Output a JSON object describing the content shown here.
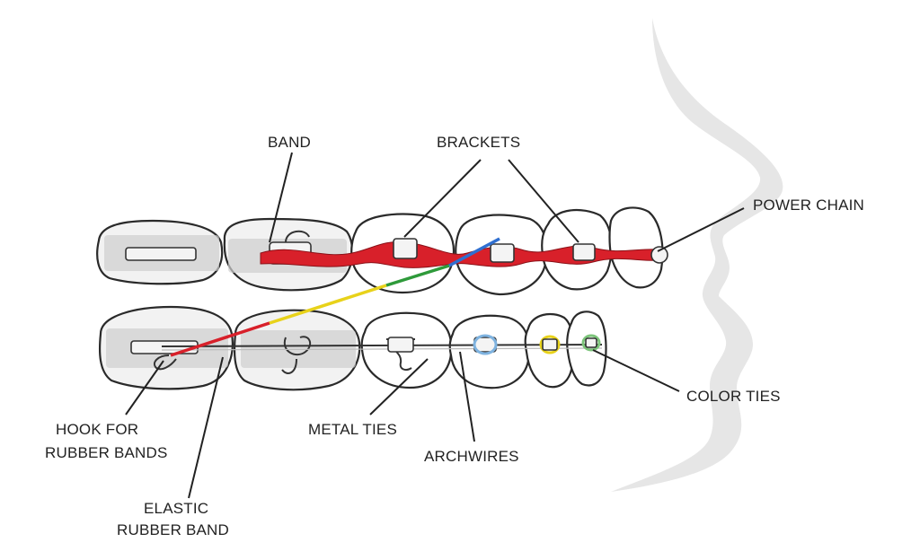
{
  "diagram": {
    "labels": {
      "band": "BAND",
      "brackets": "BRACKETS",
      "power_chain": "POWER CHAIN",
      "color_ties": "COLOR TIES",
      "hook_line1": "HOOK FOR",
      "hook_line2": "RUBBER BANDS",
      "metal_ties": "METAL TIES",
      "archwires": "ARCHWIRES",
      "elastic_line1": "ELASTIC",
      "elastic_line2": "RUBBER BAND"
    },
    "colors": {
      "power_chain": "#d8202a",
      "elastic_red": "#d8202a",
      "elastic_yellow": "#e8d21a",
      "elastic_green": "#2e9a3a",
      "elastic_blue": "#2f6fd0",
      "tie_blue": "#7fb3e0",
      "tie_yellow": "#e8d21a",
      "tie_green": "#7cc47a",
      "profile": "#e6e6e6"
    }
  }
}
